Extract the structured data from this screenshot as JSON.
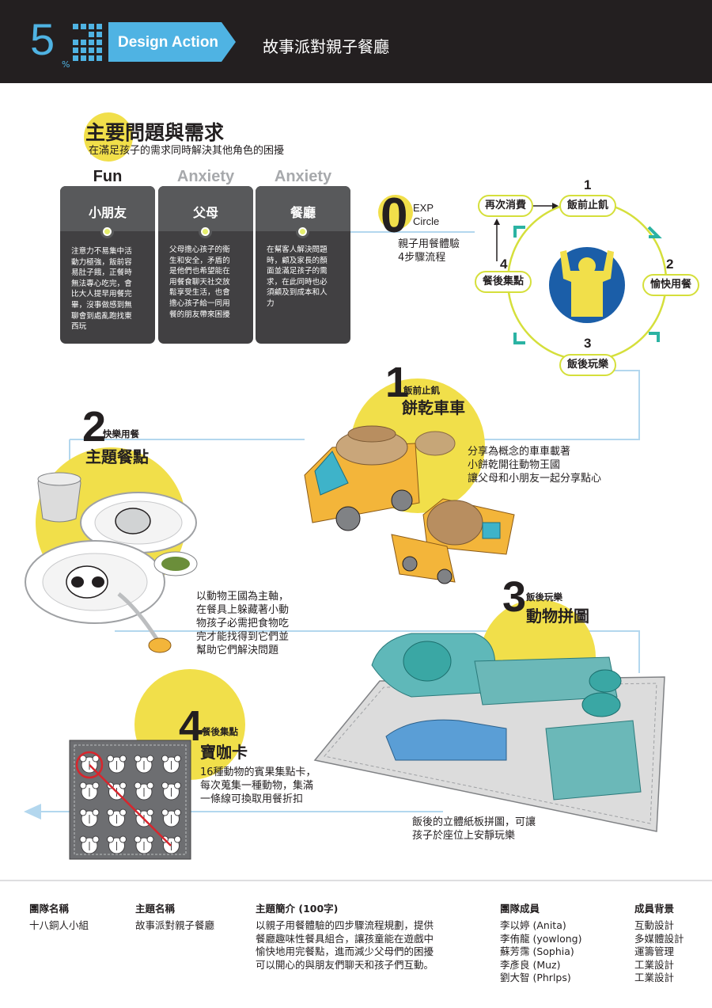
{
  "header": {
    "logo_number": "5",
    "logo_percent": "%",
    "banner_label": "Design Action",
    "title": "故事派對親子餐廳"
  },
  "problems": {
    "title": "主要問題與需求",
    "subtitle": "在滿足孩子的需求同時解決其他角色的困擾",
    "columns": [
      {
        "head": "Fun",
        "name": "小朋友",
        "lines": [
          "注意力不易集中活",
          "動力極強，飯前容",
          "易肚子餓，正餐時",
          "無法專心吃完，會",
          "比大人提早用餐完",
          "畢，沒事做感到無",
          "聊會到處亂跑找東",
          "西玩"
        ]
      },
      {
        "head": "Anxiety",
        "name": "父母",
        "lines": [
          "父母擔心孩子的衛",
          "生和安全，矛盾的",
          "是他們也希望能在",
          "用餐食聊天社交放",
          "鬆享受生活，也會",
          "擔心孩子給一同用",
          "餐的朋友帶來困擾"
        ]
      },
      {
        "head": "Anxiety",
        "name": "餐廳",
        "lines": [
          "在幫客人解決問題",
          "時，顧及家長的顏",
          "面並滿足孩子的需",
          "求，在此同時也必",
          "須顧及到成本和人",
          "力"
        ]
      }
    ]
  },
  "exp_circle": {
    "number": "0",
    "label_1": "EXP",
    "label_2": "Circle",
    "desc_1": "親子用餐體驗",
    "desc_2": "4步驟流程",
    "steps": [
      {
        "num": "1",
        "label": "飯前止飢"
      },
      {
        "num": "2",
        "label": "愉快用餐"
      },
      {
        "num": "3",
        "label": "飯後玩樂"
      },
      {
        "num": "4",
        "label": "餐後集點"
      }
    ],
    "extra": "再次消費"
  },
  "step1": {
    "num": "1",
    "small": "飯前止飢",
    "big": "餅乾車車",
    "desc": [
      "分享為概念的車車載著",
      "小餅乾開往動物王國",
      "讓父母和小朋友一起分享點心"
    ]
  },
  "step2": {
    "num": "2",
    "small": "快樂用餐",
    "big": "主題餐點",
    "desc": [
      "以動物王國為主軸，",
      "在餐具上躲藏著小動",
      "物孩子必需把食物吃",
      "完才能找得到它們並",
      "幫助它們解決問題"
    ]
  },
  "step3": {
    "num": "3",
    "small": "飯後玩樂",
    "big": "動物拼圖",
    "desc": [
      "飯後的立體紙板拼圖，可讓",
      "孩子於座位上安靜玩樂"
    ]
  },
  "step4": {
    "num": "4",
    "small": "餐後集點",
    "big": "寶咖卡",
    "desc": [
      "16種動物的賓果集點卡，",
      "每次蒐集一種動物，集滿",
      "一條線可換取用餐折扣"
    ]
  },
  "footer": {
    "team_head": "團隊名稱",
    "team": "十八銅人小組",
    "theme_head": "主題名稱",
    "theme": "故事派對親子餐廳",
    "intro_head": "主題簡介 (100字)",
    "intro": [
      "以親子用餐體驗的四步驟流程規劃，提供",
      "餐廳趣味性餐具組合，讓孩童能在遊戲中",
      "愉快地用完餐點，進而減少父母們的困擾",
      "可以開心的與朋友們聊天和孩子們互動。"
    ],
    "members_head": "團隊成員",
    "members": [
      "李以婷 (Anita)",
      "李侑龍 (yowlong)",
      "蘇芳霈 (Sophia)",
      "李彥良 (Muz)",
      "劉大智 (Phrlps)"
    ],
    "bg_head": "成員背景",
    "backgrounds": [
      "互動設計",
      "多媒體設計",
      "運籌管理",
      "工業設計",
      "工業設計"
    ]
  },
  "colors": {
    "yellow": "#f1df4a",
    "blue": "#4fb3e3",
    "dark": "#231f20",
    "card": "#414042",
    "lime": "#d5df3b",
    "teal": "#2bb3a3"
  },
  "icons": [
    "person-arms-up-icon",
    "cycle-arrow-icon",
    "arrow-left-icon"
  ]
}
